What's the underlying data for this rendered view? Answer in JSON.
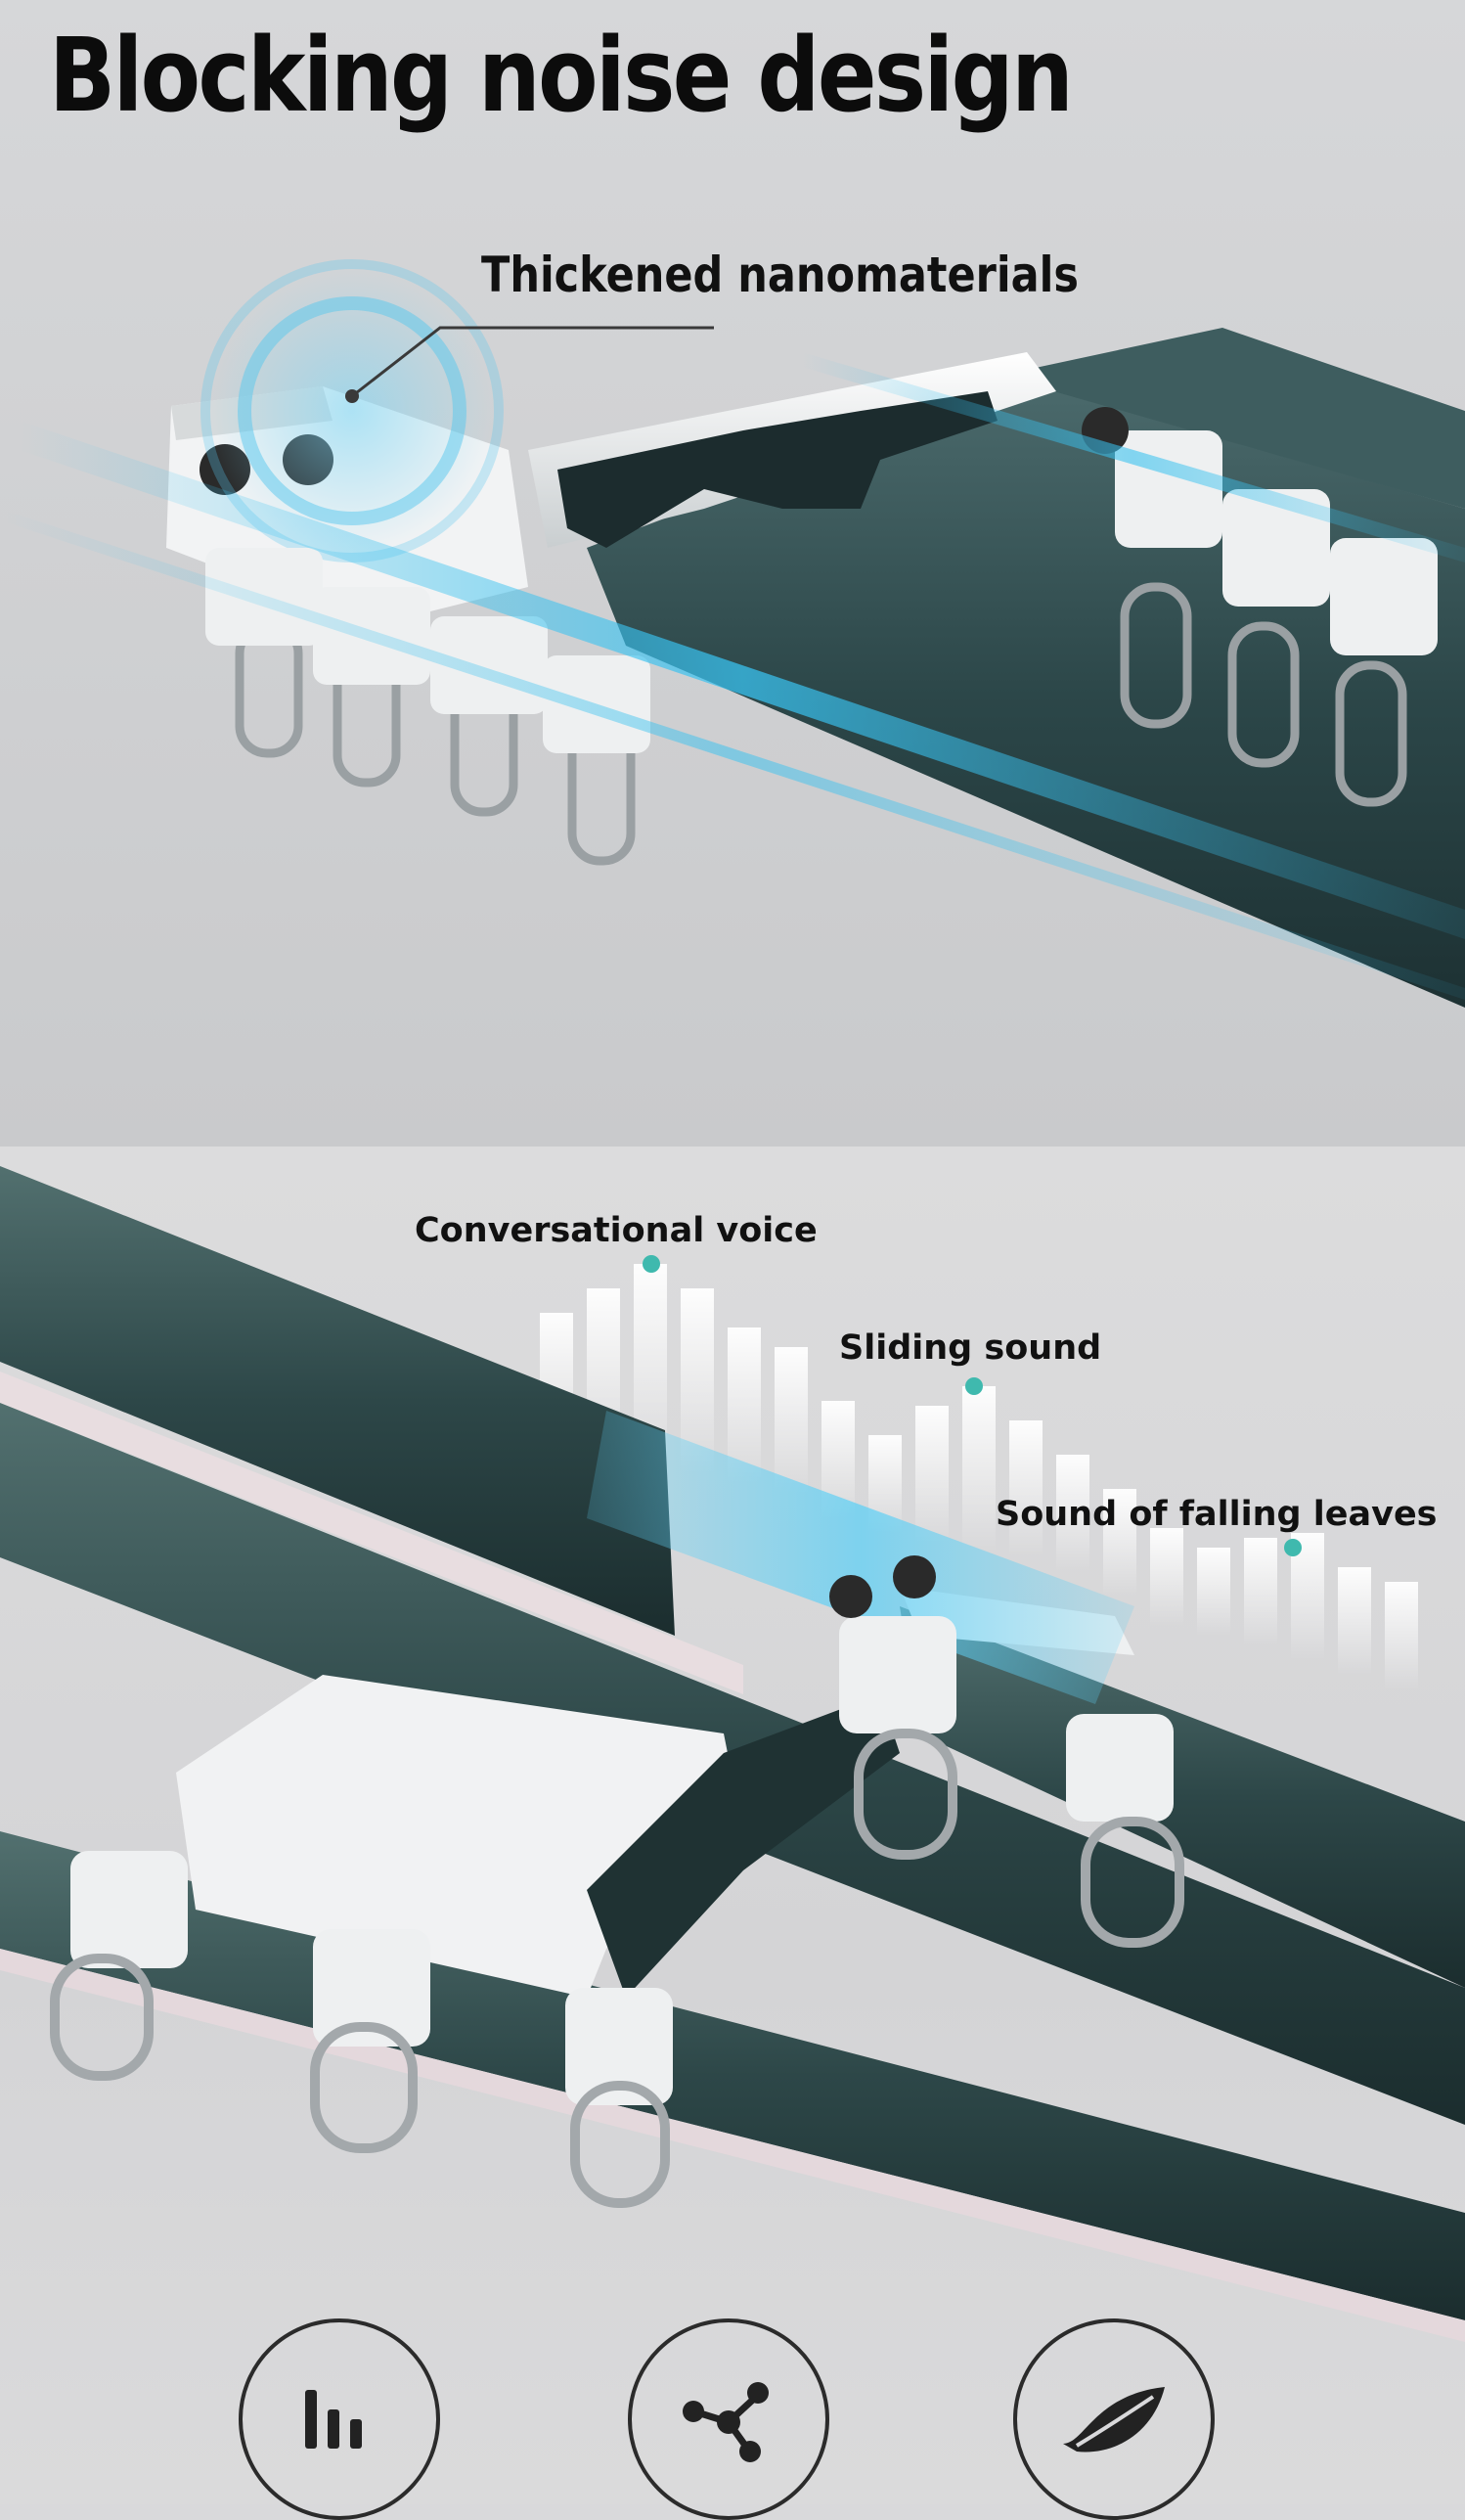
{
  "headline": "Blocking noise design",
  "callouts": {
    "thickened": "Thickened nanomaterials",
    "conversational": "Conversational voice",
    "sliding": "Sliding sound",
    "leaves": "Sound of falling leaves"
  },
  "icons": [
    "equalizer-icon",
    "share-nodes-icon",
    "leaf-icon"
  ],
  "colors": {
    "rail_green": "#2f4d4f",
    "accent_cyan": "#44c3ef",
    "dot_teal": "#3fb9ae"
  }
}
